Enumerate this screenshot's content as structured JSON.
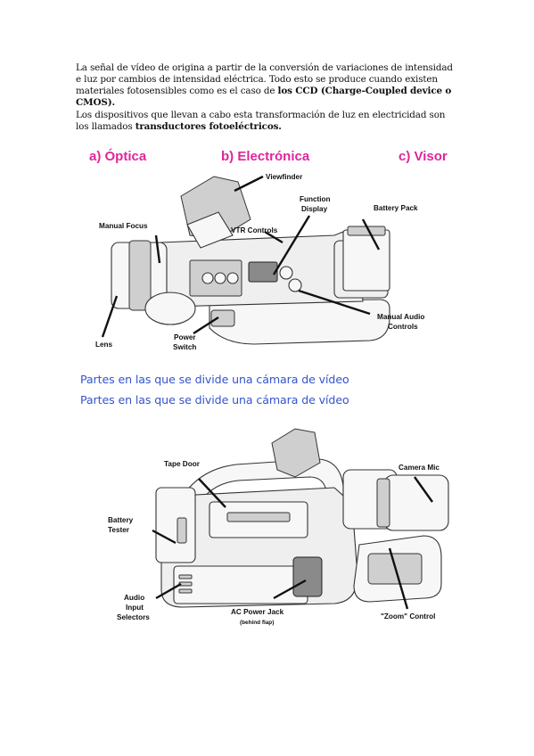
{
  "paragraph1": {
    "text": "La señal de vídeo de origina a partir de la conversión de variaciones de intensidad e luz por cambios de intensidad eléctrica. Todo esto se produce cuando existen materiales fotosensibles como es el caso de ",
    "bold": "los CCD (Charge-Coupled device o CMOS)."
  },
  "paragraph2": {
    "text": "Los dispositivos que llevan a cabo esta transformación de luz en electricidad son los llamados ",
    "bold": "transductores fotoeléctricos."
  },
  "figure1": {
    "sections": {
      "a": "a) Óptica",
      "b": "b) Electrónica",
      "c": "c) Visor"
    },
    "labels": {
      "viewfinder": "Viewfinder",
      "function_display_1": "Function",
      "function_display_2": "Display",
      "battery_pack": "Battery Pack",
      "manual_focus": "Manual Focus",
      "vtr_controls": "VTR Controls",
      "manual_audio_1": "Manual Audio",
      "manual_audio_2": "Controls",
      "lens": "Lens",
      "power_1": "Power",
      "power_2": "Switch"
    }
  },
  "captions": [
    "Partes en las que se divide una cámara de vídeo",
    "Partes en las que se divide una cámara de vídeo"
  ],
  "figure2": {
    "labels": {
      "tape_door": "Tape Door",
      "camera_mic": "Camera Mic",
      "battery_tester_1": "Battery",
      "battery_tester_2": "Tester",
      "audio_input_1": "Audio",
      "audio_input_2": "Input",
      "audio_input_3": "Selectors",
      "ac_power": "AC Power Jack",
      "behind_flap": "(behind flap)",
      "zoom_control": "\"Zoom\" Control"
    }
  }
}
